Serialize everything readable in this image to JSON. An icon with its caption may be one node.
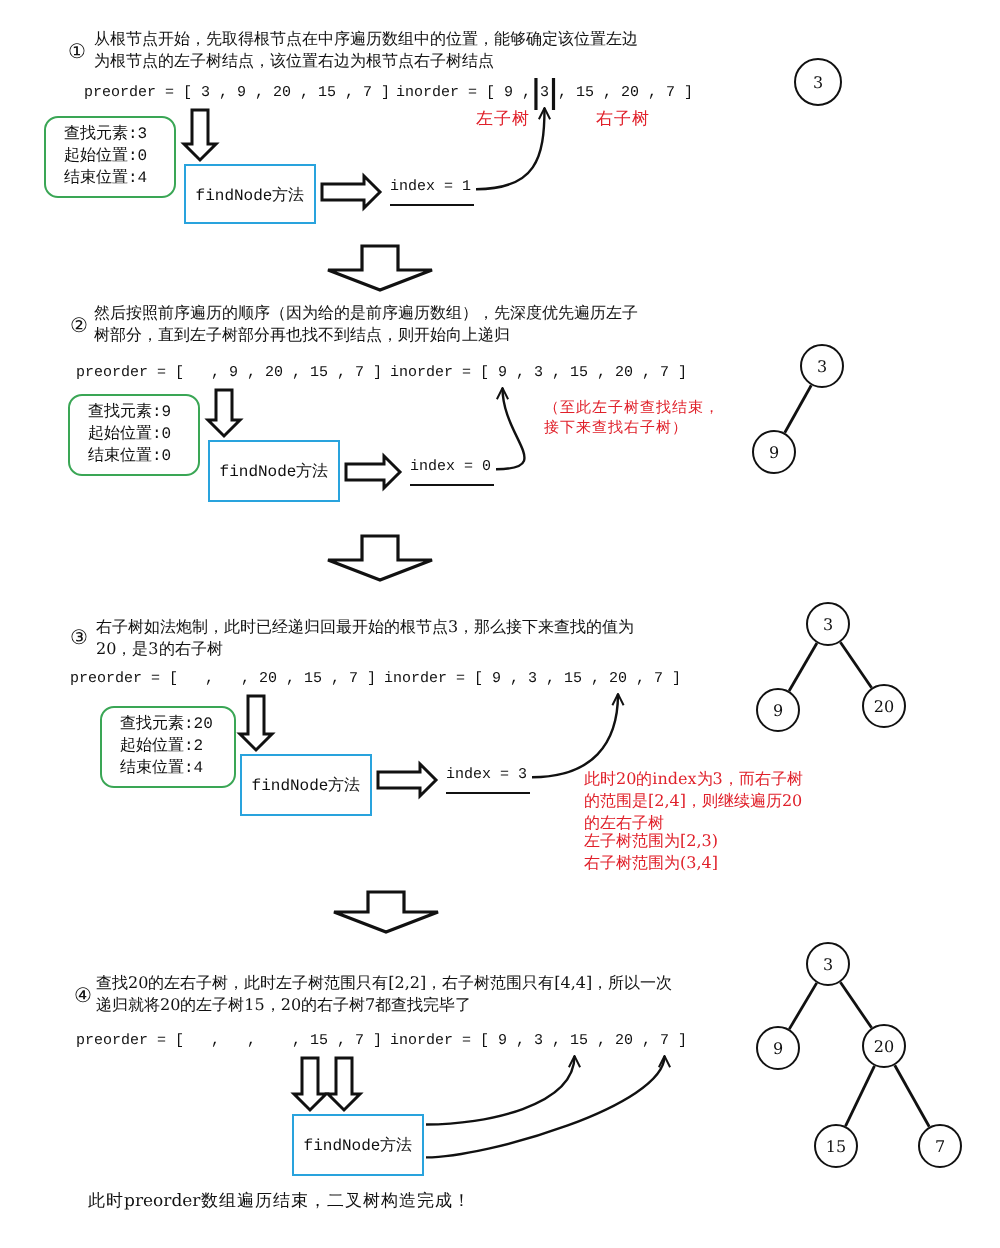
{
  "diagram": {
    "nodes": [
      {
        "text": [
          "preorder = [ 3 , 9 , 20 , 15 , 7 ]"
        ]
      },
      {
        "text": [
          "inorder = [ 9 , 3 , 15 , 20 , 7 ]"
        ]
      },
      {
        "text": [
          "查找元素:3",
          "起始位置:0",
          "结束位置:4"
        ]
      },
      {
        "text": [
          "findNode方法"
        ]
      },
      {
        "text": [
          "index = 1"
        ]
      },
      {
        "text": [
          "3"
        ]
      },
      {
        "text": [
          "preorder = [   , 9 , 20 , 15 , 7 ]"
        ]
      },
      {
        "text": [
          "inorder = [ 9 , 3 , 15 , 20 , 7 ]"
        ]
      },
      {
        "text": [
          "查找元素:9",
          "起始位置:0",
          "结束位置:0"
        ]
      },
      {
        "text": [
          "findNode方法"
        ]
      },
      {
        "text": [
          "index = 0"
        ]
      },
      {
        "text": [
          "3"
        ]
      },
      {
        "text": [
          "9"
        ]
      },
      {
        "text": [
          "preorder = [   ,   , 20 , 15 , 7 ]"
        ]
      },
      {
        "text": [
          "inorder = [ 9 , 3 , 15 , 20 , 7 ]"
        ]
      },
      {
        "text": [
          "查找元素:20",
          "起始位置:2",
          "结束位置:4"
        ]
      },
      {
        "text": [
          "findNode方法"
        ]
      },
      {
        "text": [
          "index = 3"
        ]
      },
      {
        "text": [
          "3"
        ]
      },
      {
        "text": [
          "9"
        ]
      },
      {
        "text": [
          "20"
        ]
      },
      {
        "text": [
          "preorder = [   ,   ,    , 15 , 7 ]"
        ]
      },
      {
        "text": [
          "inorder = [ 9 , 3 , 15 , 20 , 7 ]"
        ]
      },
      {
        "text": [
          "findNode方法"
        ]
      },
      {
        "text": [
          "3"
        ]
      },
      {
        "text": [
          "9"
        ]
      },
      {
        "text": [
          "20"
        ]
      },
      {
        "text": [
          "15"
        ]
      },
      {
        "text": [
          "7"
        ]
      }
    ],
    "edges": [
      {
        "from": 0,
        "to": 3,
        "arrow": "to",
        "style": "thick"
      },
      {
        "from": 3,
        "to": 4,
        "arrow": "to",
        "style": "thick"
      },
      {
        "from": 4,
        "to": 1,
        "arrow": "to"
      },
      {
        "from": 6,
        "to": 9,
        "arrow": "to",
        "style": "thick"
      },
      {
        "from": 9,
        "to": 10,
        "arrow": "to",
        "style": "thick"
      },
      {
        "from": 10,
        "to": 7,
        "arrow": "to"
      },
      {
        "from": 11,
        "to": 12,
        "arrow": "none"
      },
      {
        "from": 13,
        "to": 16,
        "arrow": "to",
        "style": "thick"
      },
      {
        "from": 16,
        "to": 17,
        "arrow": "to",
        "style": "thick"
      },
      {
        "from": 17,
        "to": 14,
        "arrow": "to"
      },
      {
        "from": 18,
        "to": 19,
        "arrow": "none"
      },
      {
        "from": 18,
        "to": 20,
        "arrow": "none"
      },
      {
        "from": 21,
        "to": 23,
        "arrow": "to",
        "style": "thick"
      },
      {
        "from": 21,
        "to": 23,
        "arrow": "to",
        "style": "thick"
      },
      {
        "from": 23,
        "to": 22,
        "arrow": "to"
      },
      {
        "from": 23,
        "to": 22,
        "arrow": "to"
      },
      {
        "from": 24,
        "to": 25,
        "arrow": "none"
      },
      {
        "from": 24,
        "to": 26,
        "arrow": "none"
      },
      {
        "from": 26,
        "to": 27,
        "arrow": "none"
      },
      {
        "from": 26,
        "to": 28,
        "arrow": "none"
      }
    ],
    "labels": [
      "①",
      "从根节点开始，先取得根节点在中序遍历数组中的位置，能够确定该位置左边为根节点的左子树结点，该位置右边为根节点右子树结点",
      "左子树",
      "右子树",
      "②",
      "然后按照前序遍历的顺序（因为给的是前序遍历数组），先深度优先遍历左子树部分，直到左子树部分再也找不到结点，则开始向上递归",
      "（至此左子树查找结束，接下来查找右子树）",
      "③",
      "右子树如法炮制，此时已经递归回最开始的根节点3，那么接下来查找的值为20，是3的右子树",
      "此时20的index为3，而右子树的范围是[2,4]，则继续遍历20的左右子树",
      "左子树范围为[2,3)",
      "右子树范围为(3,4]",
      "④",
      "查找20的左右子树，此时左子树范围只有[2,2]，右子树范围只有[4,4]，所以一次递归就将20的左子树15，20的右子树7都查找完毕了",
      "此时preorder数组遍历结束，二叉树构造完成！"
    ]
  }
}
